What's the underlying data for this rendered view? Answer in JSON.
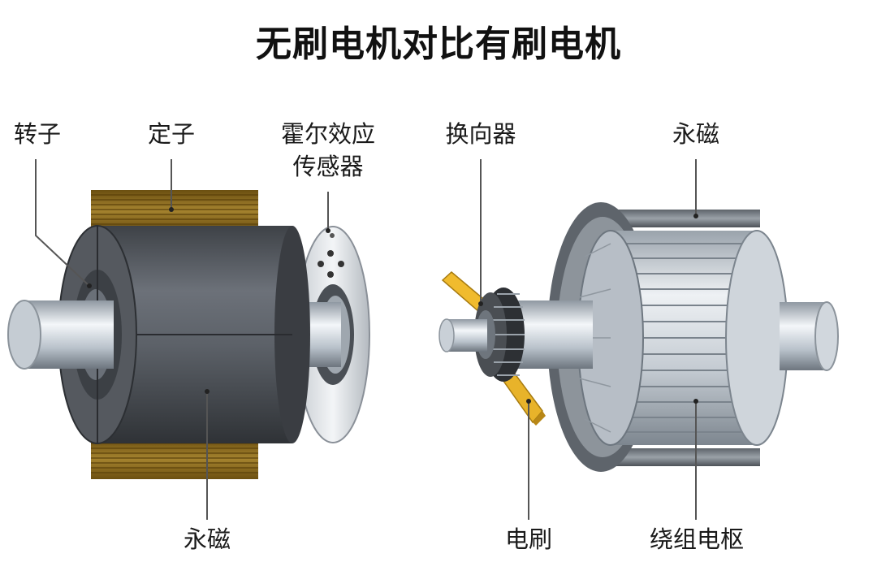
{
  "title": "无刷电机对比有刷电机",
  "brushless": {
    "labels": {
      "rotor": "转子",
      "stator": "定子",
      "hall_line1": "霍尔效应",
      "hall_line2": "传感器",
      "permanent_magnet": "永磁"
    }
  },
  "brushed": {
    "labels": {
      "commutator": "换向器",
      "permanent_magnet": "永磁",
      "brush": "电刷",
      "armature": "绕组电枢"
    }
  },
  "colors": {
    "stator_copper": "#8a6a1e",
    "magnet_dark": "#5a5f66",
    "shaft_silver": "#c9d2da",
    "brush_yellow": "#e8b32a",
    "armature_light": "#d8dde3"
  }
}
